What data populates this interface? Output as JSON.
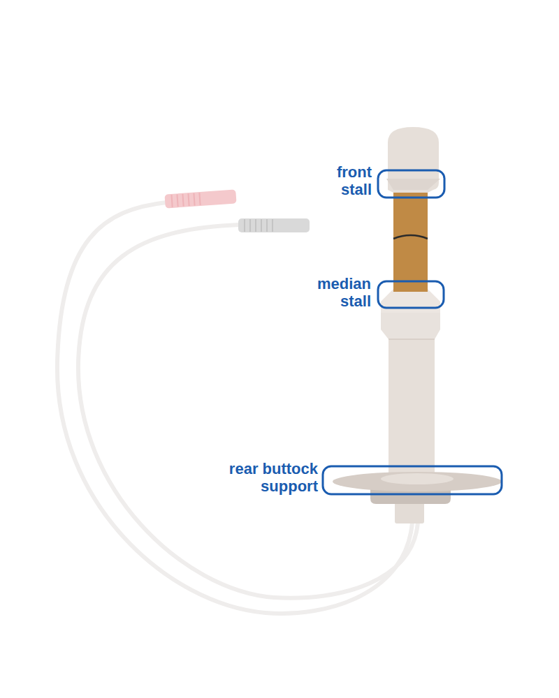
{
  "diagram": {
    "labels": [
      "front stall",
      "median stall",
      "rear buttock support"
    ]
  }
}
